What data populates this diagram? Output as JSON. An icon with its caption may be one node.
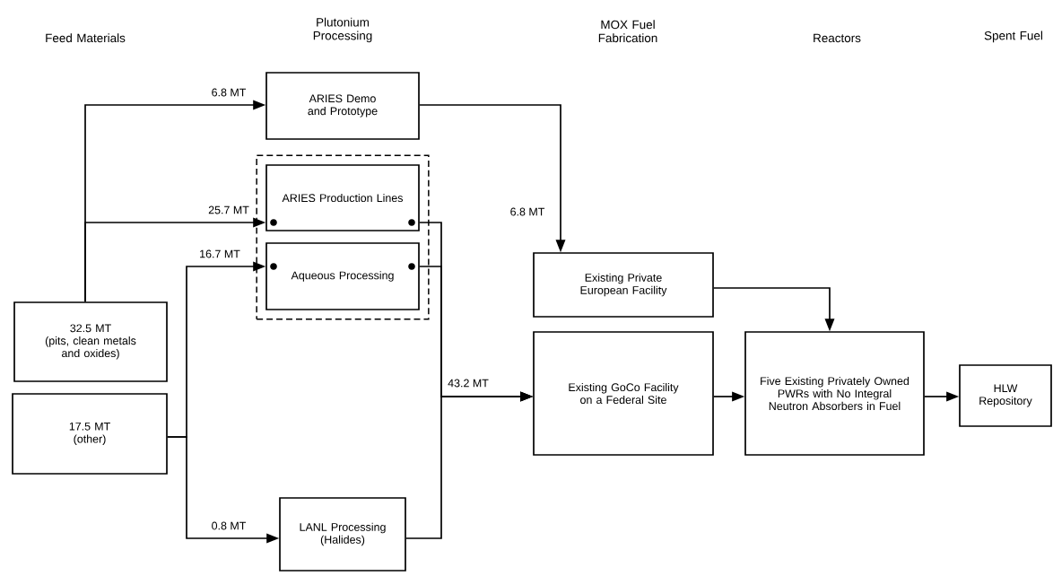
{
  "diagram": {
    "nodes": [
      {
        "text": [
          "32.5 MT",
          "(pits, clean metals and oxides)"
        ]
      },
      {
        "text": [
          "17.5 MT",
          "(other)"
        ]
      },
      {
        "text": [
          "ARIES Demo and Prototype"
        ]
      },
      {
        "text": [],
        "shape": "box"
      },
      {
        "text": [
          "ARIES Production Lines"
        ],
        "in": 3
      },
      {
        "text": [
          "Aqueous Processing"
        ],
        "in": 3
      },
      {
        "text": [
          "LANL Processing (Halides)"
        ]
      },
      {
        "text": [
          "Existing Private European Facility"
        ]
      },
      {
        "text": [
          "Existing GoCo Facility on a Federal Site"
        ]
      },
      {
        "text": [
          "Five Existing Privately Owned PWRs with No Integral Neutron Absorbers in Fuel"
        ]
      },
      {
        "text": [
          "HLW Repository"
        ]
      }
    ],
    "edges": [
      {
        "from": 0,
        "to": 2,
        "arrow": "to",
        "label": "6.8 MT"
      },
      {
        "from": 0,
        "to": 4,
        "arrow": "to",
        "label": "25.7 MT"
      },
      {
        "from": 1,
        "to": 5,
        "arrow": "to",
        "label": "16.7 MT"
      },
      {
        "from": 1,
        "to": 6,
        "arrow": "to",
        "label": "0.8 MT"
      },
      {
        "from": 2,
        "to": 7,
        "arrow": "to",
        "label": "6.8 MT"
      },
      {
        "from": 4,
        "to": 8,
        "arrow": "to",
        "label": "43.2 MT"
      },
      {
        "from": 5,
        "to": 8,
        "arrow": "to"
      },
      {
        "from": 6,
        "to": 8,
        "arrow": "to"
      },
      {
        "from": 7,
        "to": 9,
        "arrow": "to"
      },
      {
        "from": 8,
        "to": 9,
        "arrow": "to"
      },
      {
        "from": 9,
        "to": 10,
        "arrow": "to"
      }
    ],
    "labels": [
      "Feed Materials",
      "Plutonium Processing",
      "MOX Fuel Fabrication",
      "Reactors",
      "Spent Fuel"
    ]
  }
}
